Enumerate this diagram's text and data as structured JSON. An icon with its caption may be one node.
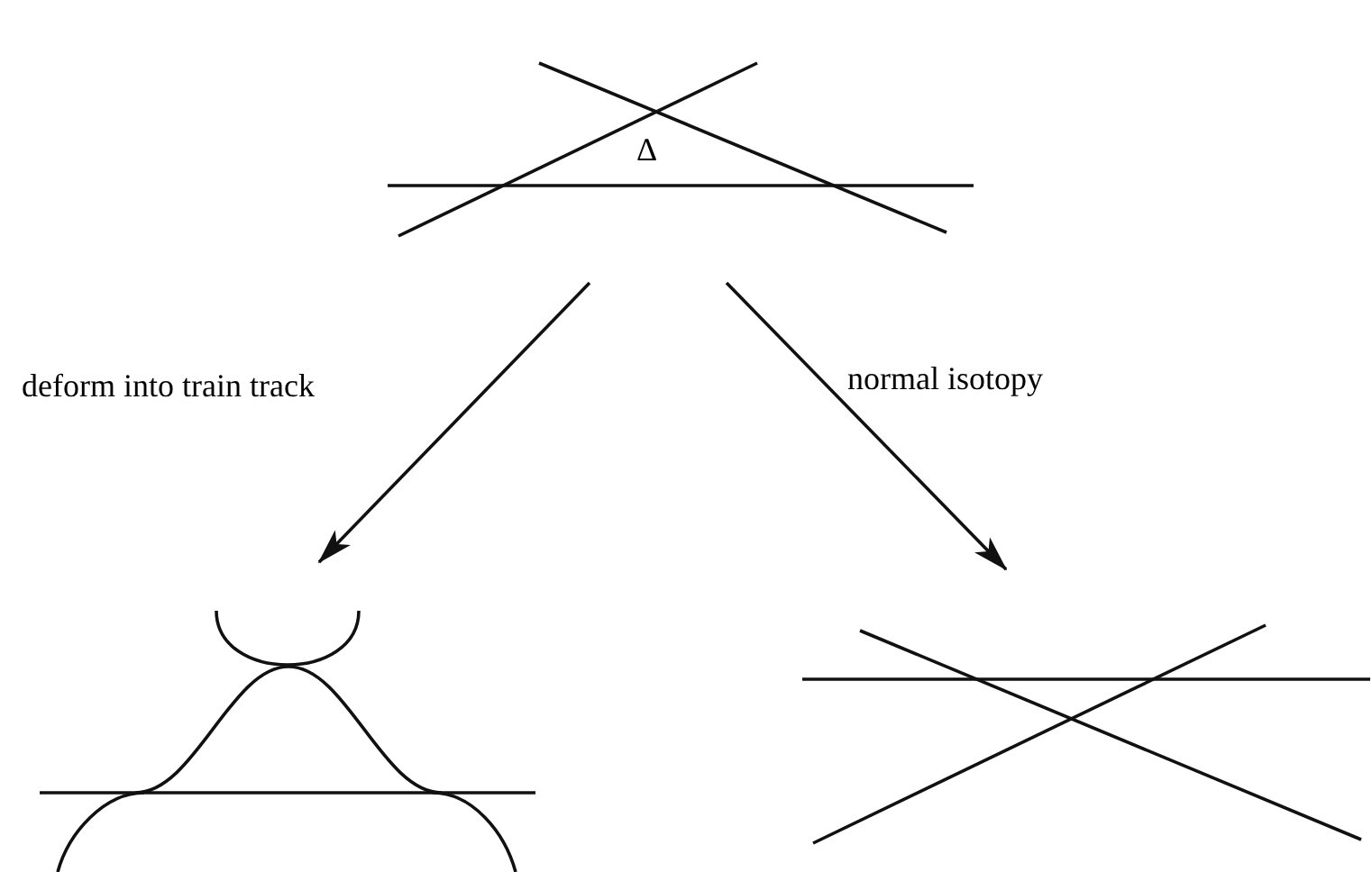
{
  "diagram": {
    "nodes": [
      {
        "text": [
          "Δ"
        ]
      },
      {
        "text": [],
        "shape": "picture"
      },
      {
        "text": [],
        "shape": "picture"
      }
    ],
    "edges": [
      {
        "from": 0,
        "to": 1,
        "arrow": "to",
        "label": "deform into train track"
      },
      {
        "from": 0,
        "to": 2,
        "arrow": "to",
        "label": "normal isotopy"
      }
    ]
  }
}
